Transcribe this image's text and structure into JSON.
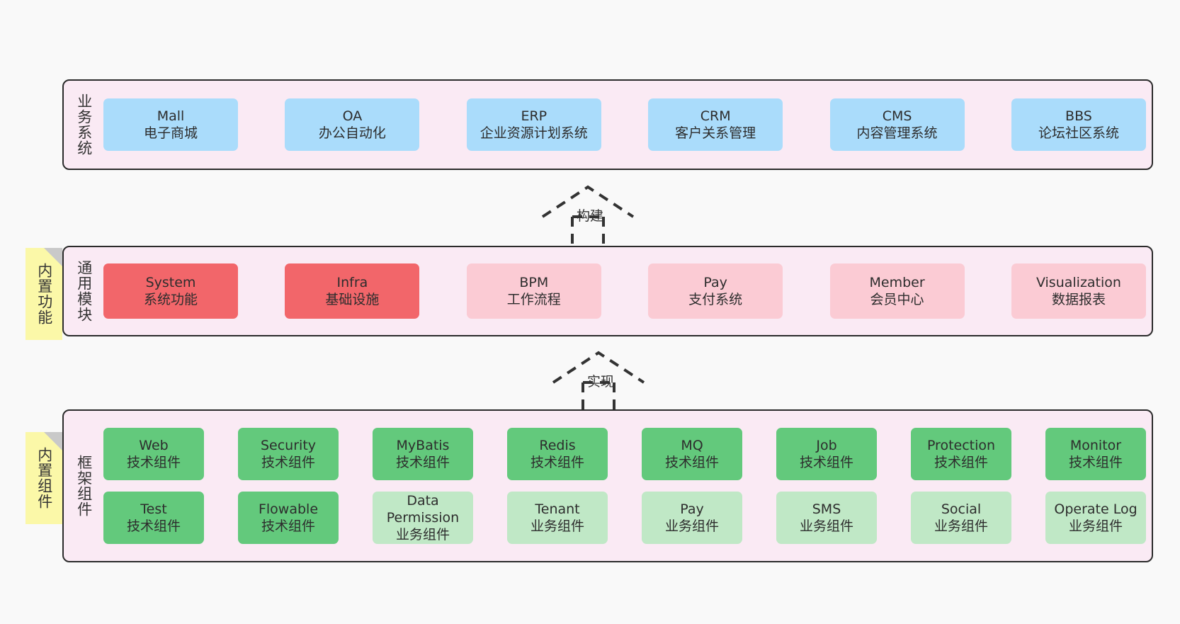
{
  "page": {
    "background": "#f9f9f9",
    "accent_border": "#2b2b2b",
    "band_background": "#faeaf4",
    "note_background": "#fbf8a8"
  },
  "layers": [
    {
      "id": "business-systems",
      "title": "业务系统",
      "note": null,
      "rows": [
        {
          "cards": [
            {
              "en": "Mall",
              "cn": "电子商城",
              "style": "c-blue"
            },
            {
              "en": "OA",
              "cn": "办公自动化",
              "style": "c-blue"
            },
            {
              "en": "ERP",
              "cn": "企业资源计划系统",
              "style": "c-blue"
            },
            {
              "en": "CRM",
              "cn": "客户关系管理",
              "style": "c-blue"
            },
            {
              "en": "CMS",
              "cn": "内容管理系统",
              "style": "c-blue"
            },
            {
              "en": "BBS",
              "cn": "论坛社区系统",
              "style": "c-blue"
            }
          ]
        }
      ]
    },
    {
      "id": "common-modules",
      "title": "通用模块",
      "note": "内置功能",
      "rows": [
        {
          "cards": [
            {
              "en": "System",
              "cn": "系统功能",
              "style": "c-red"
            },
            {
              "en": "Infra",
              "cn": "基础设施",
              "style": "c-red"
            },
            {
              "en": "BPM",
              "cn": "工作流程",
              "style": "c-pink"
            },
            {
              "en": "Pay",
              "cn": "支付系统",
              "style": "c-pink"
            },
            {
              "en": "Member",
              "cn": "会员中心",
              "style": "c-pink"
            },
            {
              "en": "Visualization",
              "cn": "数据报表",
              "style": "c-pink"
            }
          ]
        }
      ]
    },
    {
      "id": "framework-components",
      "title": "框架组件",
      "note": "内置组件",
      "rows": [
        {
          "cards": [
            {
              "en": "Web",
              "cn": "技术组件",
              "style": "c-green"
            },
            {
              "en": "Security",
              "cn": "技术组件",
              "style": "c-green"
            },
            {
              "en": "MyBatis",
              "cn": "技术组件",
              "style": "c-green"
            },
            {
              "en": "Redis",
              "cn": "技术组件",
              "style": "c-green"
            },
            {
              "en": "MQ",
              "cn": "技术组件",
              "style": "c-green"
            },
            {
              "en": "Job",
              "cn": "技术组件",
              "style": "c-green"
            },
            {
              "en": "Protection",
              "cn": "技术组件",
              "style": "c-green"
            },
            {
              "en": "Monitor",
              "cn": "技术组件",
              "style": "c-green"
            }
          ]
        },
        {
          "cards": [
            {
              "en": "Test",
              "cn": "技术组件",
              "style": "c-green"
            },
            {
              "en": "Flowable",
              "cn": "技术组件",
              "style": "c-green"
            },
            {
              "en": "Data Permission",
              "cn": "业务组件",
              "style": "c-greenlight"
            },
            {
              "en": "Tenant",
              "cn": "业务组件",
              "style": "c-greenlight"
            },
            {
              "en": "Pay",
              "cn": "业务组件",
              "style": "c-greenlight"
            },
            {
              "en": "SMS",
              "cn": "业务组件",
              "style": "c-greenlight"
            },
            {
              "en": "Social",
              "cn": "业务组件",
              "style": "c-greenlight"
            },
            {
              "en": "Operate Log",
              "cn": "业务组件",
              "style": "c-greenlight"
            }
          ]
        }
      ]
    }
  ],
  "connectors": [
    {
      "id": "build",
      "label": "构建"
    },
    {
      "id": "implement",
      "label": "实现"
    }
  ]
}
